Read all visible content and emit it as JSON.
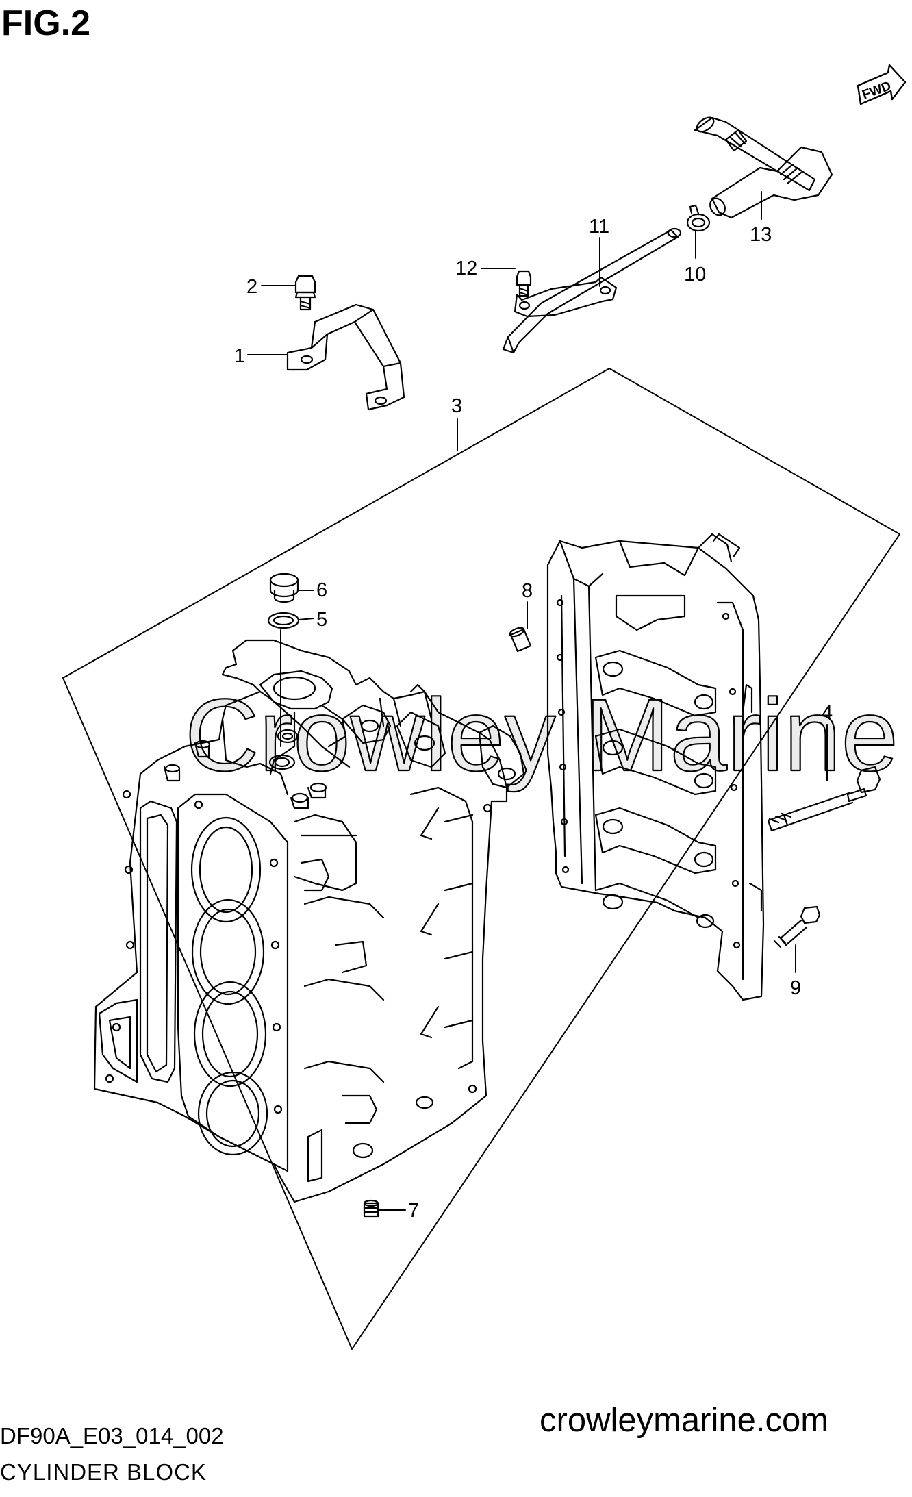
{
  "figure": {
    "title": "FIG.2",
    "model_code": "DF90A_E03_014_002",
    "subtitle": "CYLINDER BLOCK",
    "website": "crowleymarine.com",
    "watermark": "Crowley Marine",
    "direction_label": "FWD"
  },
  "callouts": [
    {
      "id": "c1",
      "label": "1"
    },
    {
      "id": "c2",
      "label": "2"
    },
    {
      "id": "c3",
      "label": "3"
    },
    {
      "id": "c4",
      "label": "4"
    },
    {
      "id": "c5",
      "label": "5"
    },
    {
      "id": "c6",
      "label": "6"
    },
    {
      "id": "c7",
      "label": "7"
    },
    {
      "id": "c8",
      "label": "8"
    },
    {
      "id": "c9",
      "label": "9"
    },
    {
      "id": "c10",
      "label": "10"
    },
    {
      "id": "c11",
      "label": "11"
    },
    {
      "id": "c12",
      "label": "12"
    },
    {
      "id": "c13",
      "label": "13"
    }
  ],
  "colors": {
    "line": "#000000",
    "background": "#ffffff",
    "watermark": "#ececec"
  }
}
